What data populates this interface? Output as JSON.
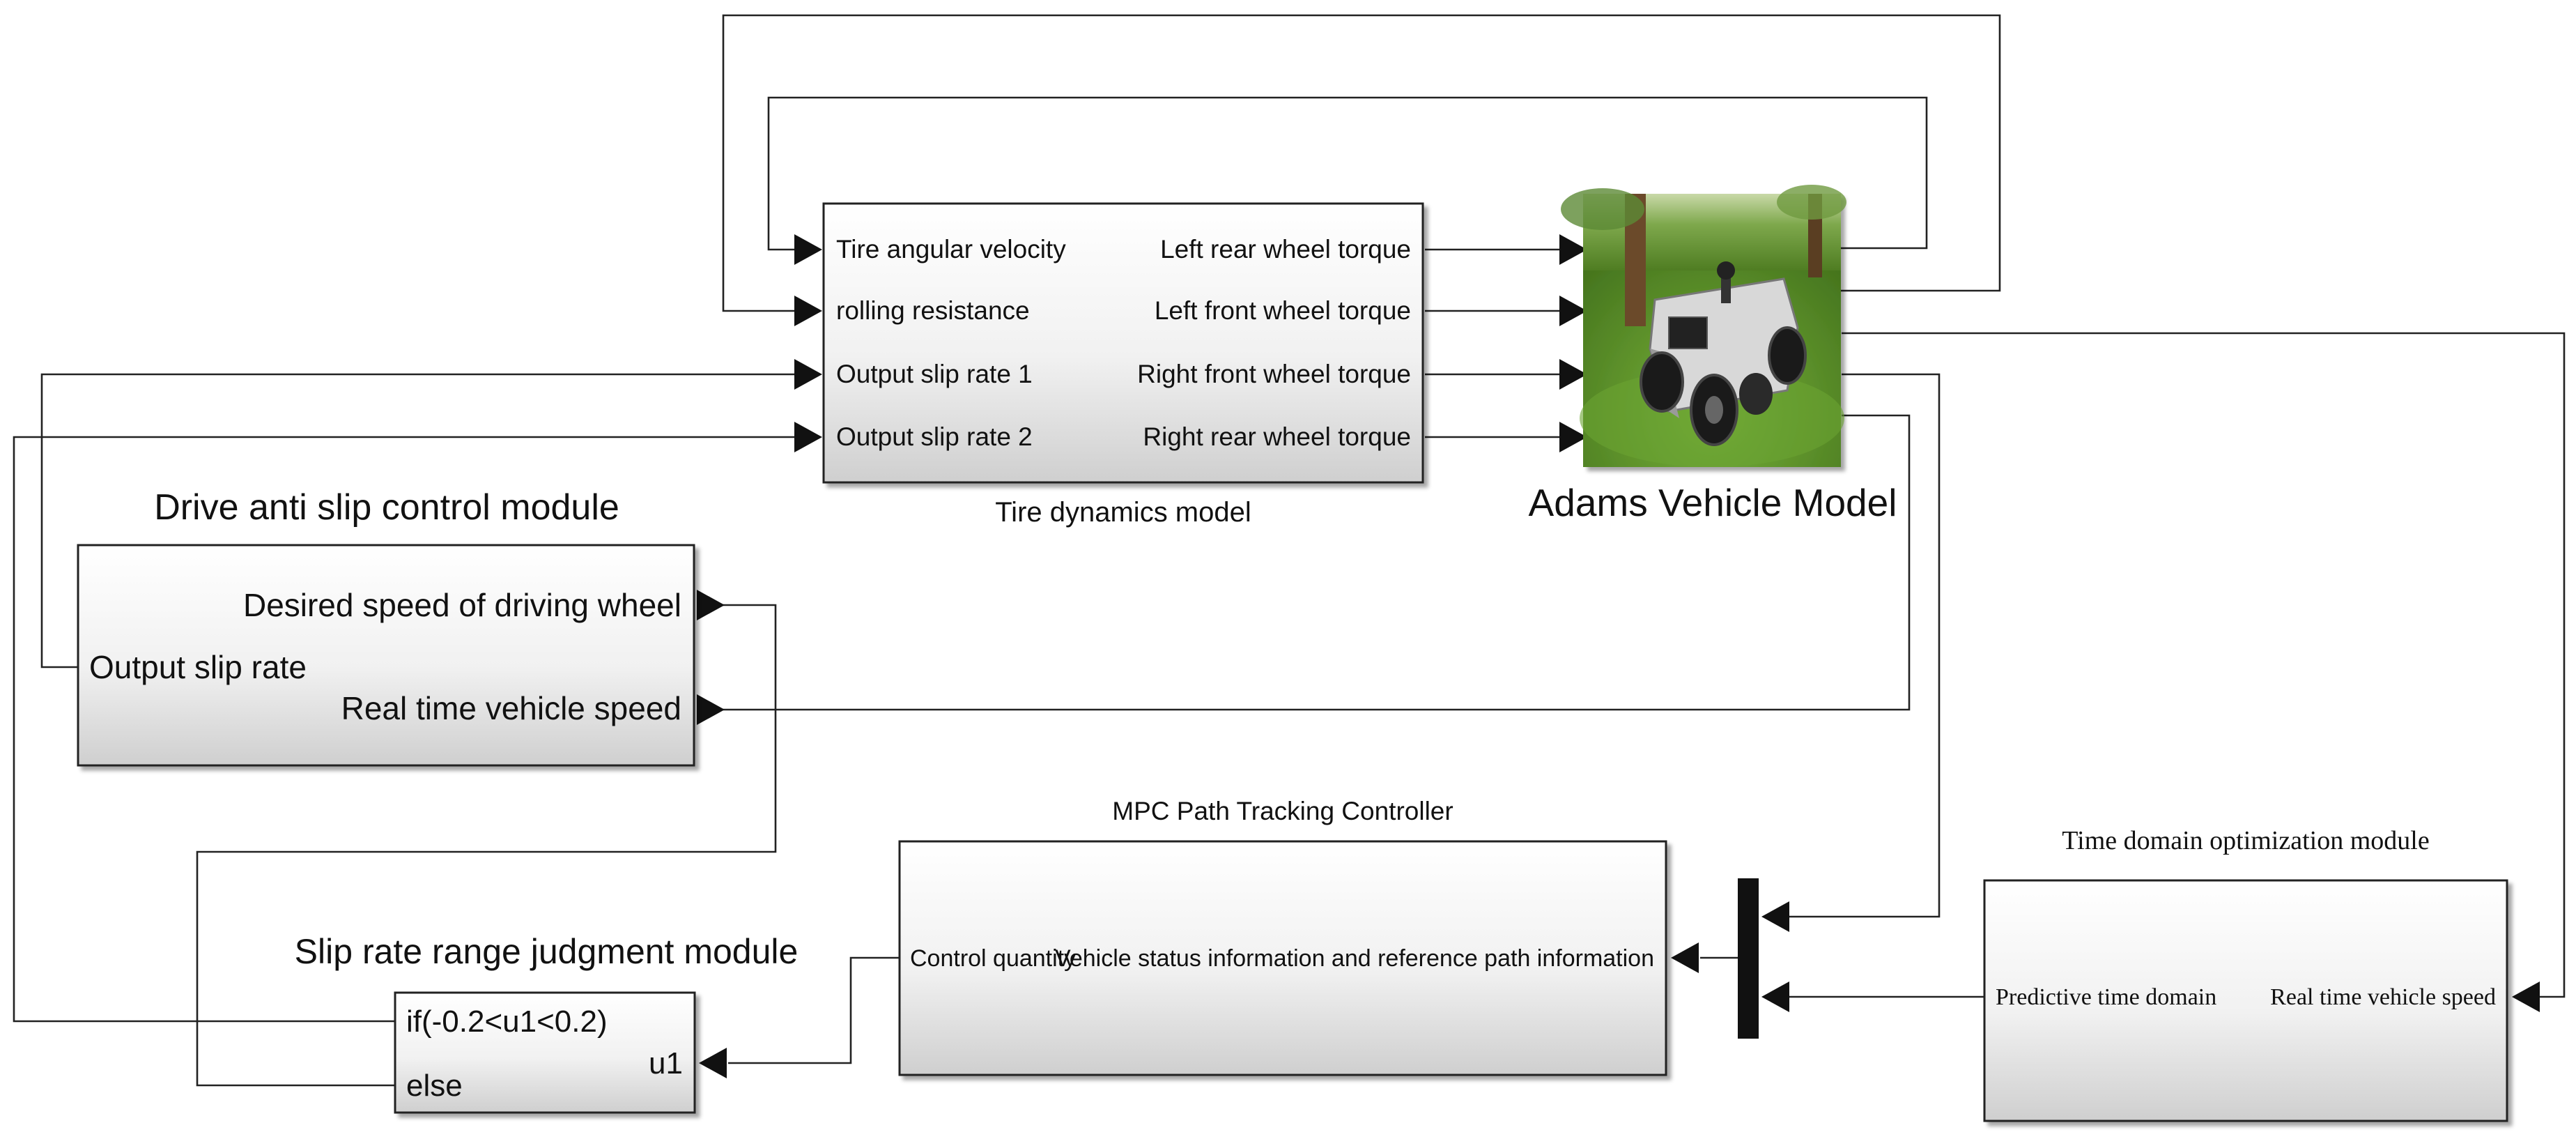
{
  "tire_block": {
    "caption": "Tire dynamics model",
    "inputs": [
      "Tire angular velocity",
      "rolling resistance",
      "Output slip rate 1",
      "Output slip rate 2"
    ],
    "outputs": [
      "Left rear wheel torque",
      "Left front wheel torque",
      "Right front wheel torque",
      "Right rear wheel torque"
    ]
  },
  "adams_block": {
    "caption": "Adams Vehicle Model",
    "image_subject": "four-wheeled robot vehicle on grass"
  },
  "drive_block": {
    "caption": "Drive anti slip control module",
    "input_desired": "Desired speed of driving wheel",
    "input_speed": "Real time vehicle speed",
    "output": "Output slip rate"
  },
  "mpc_block": {
    "caption": "MPC Path Tracking Controller",
    "output": "Control quantity",
    "input": "Vehicle status information and reference path information"
  },
  "time_block": {
    "caption": "Time domain optimization module",
    "output": "Predictive time domain",
    "input": "Real time vehicle speed"
  },
  "slip_block": {
    "caption": "Slip rate range judgment module",
    "if_label": "if(-0.2<u1<0.2)",
    "else_label": "else",
    "input": "u1"
  },
  "colors": {
    "line": "#222222",
    "block_top": "#ffffff",
    "block_bottom": "#d4d4d4",
    "mux": "#111111"
  }
}
